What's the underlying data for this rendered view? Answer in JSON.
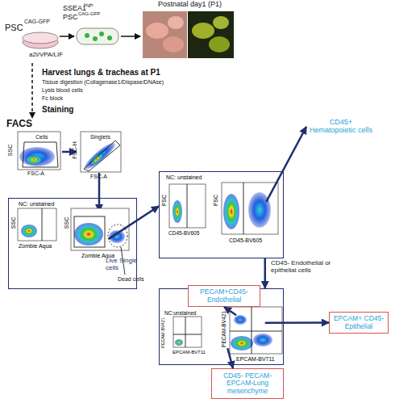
{
  "diagram": {
    "nodes": [
      {
        "text": [
          "NC: unstained",
          "SSC",
          "Zombie Aqua",
          "SSC",
          "Zombie Aqua",
          "Live Single cells"
        ]
      },
      {
        "text": [
          "NC: unstained",
          "FSC",
          "CD45-BV605",
          "FSC",
          "CD45-BV605"
        ]
      },
      {
        "text": [
          "CD45+ Hematopoietic cells"
        ]
      },
      {
        "text": [
          "PECAM+CD45- Endothelial"
        ]
      },
      {
        "text": [
          "NC:unstained",
          "PECAM-BV421",
          "EPCAM-BV711",
          "PECAM-BV421",
          "EPCAM-BV711"
        ]
      },
      {
        "text": [
          "EPCAM+ CD45- Epithelial"
        ]
      },
      {
        "text": [
          "CD45- PECAM- EPCAM-Lung mesenchyme"
        ]
      }
    ],
    "edges": [
      {
        "from": 0,
        "to": 1,
        "arrow": "to"
      },
      {
        "from": 1,
        "to": 2,
        "arrow": "to"
      },
      {
        "from": 1,
        "to": 4,
        "label": "CD45- Endothelial or epithelial cells",
        "arrow": "to"
      },
      {
        "from": 4,
        "to": 3,
        "arrow": "to"
      },
      {
        "from": 4,
        "to": 5,
        "arrow": "to"
      },
      {
        "from": 4,
        "to": 6,
        "arrow": "to"
      }
    ],
    "labels": [
      "PSC",
      "CAG-GFP",
      "a2i/VPA/LIF",
      "SSEA1",
      "high",
      "PSC",
      "CAG-GFP",
      "Postnatal day1 (P1)",
      "Harvest lungs & tracheas at P1",
      "Tissue digestion (Collagenase1/Dispase/DNAse)",
      "Lysis blood cells",
      "Fc block",
      "Staining",
      "FACS",
      "SSC",
      "Cells",
      "FSC-A",
      "FSC-H",
      "Singlets",
      "FSC-A",
      "Dead cells"
    ]
  }
}
